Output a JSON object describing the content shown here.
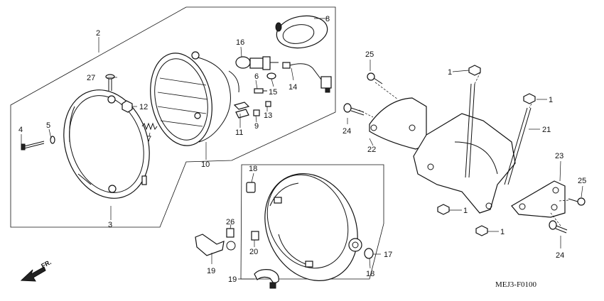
{
  "diagram": {
    "code": "MEJ3-F0100",
    "direction_label": "FR.",
    "callouts": {
      "c1a": "1",
      "c1b": "1",
      "c1c": "1",
      "c1d": "1",
      "c2": "2",
      "c3": "3",
      "c4": "4",
      "c5": "5",
      "c6": "6",
      "c7": "7",
      "c8": "8",
      "c9": "9",
      "c10": "10",
      "c11": "11",
      "c12": "12",
      "c13": "13",
      "c14": "14",
      "c15": "15",
      "c16": "16",
      "c17": "17",
      "c18a": "18",
      "c18b": "18",
      "c19a": "19",
      "c19b": "19",
      "c20": "20",
      "c21": "21",
      "c22": "22",
      "c23": "23",
      "c24a": "24",
      "c24b": "24",
      "c25a": "25",
      "c25b": "25",
      "c26": "26",
      "c27": "27"
    }
  }
}
